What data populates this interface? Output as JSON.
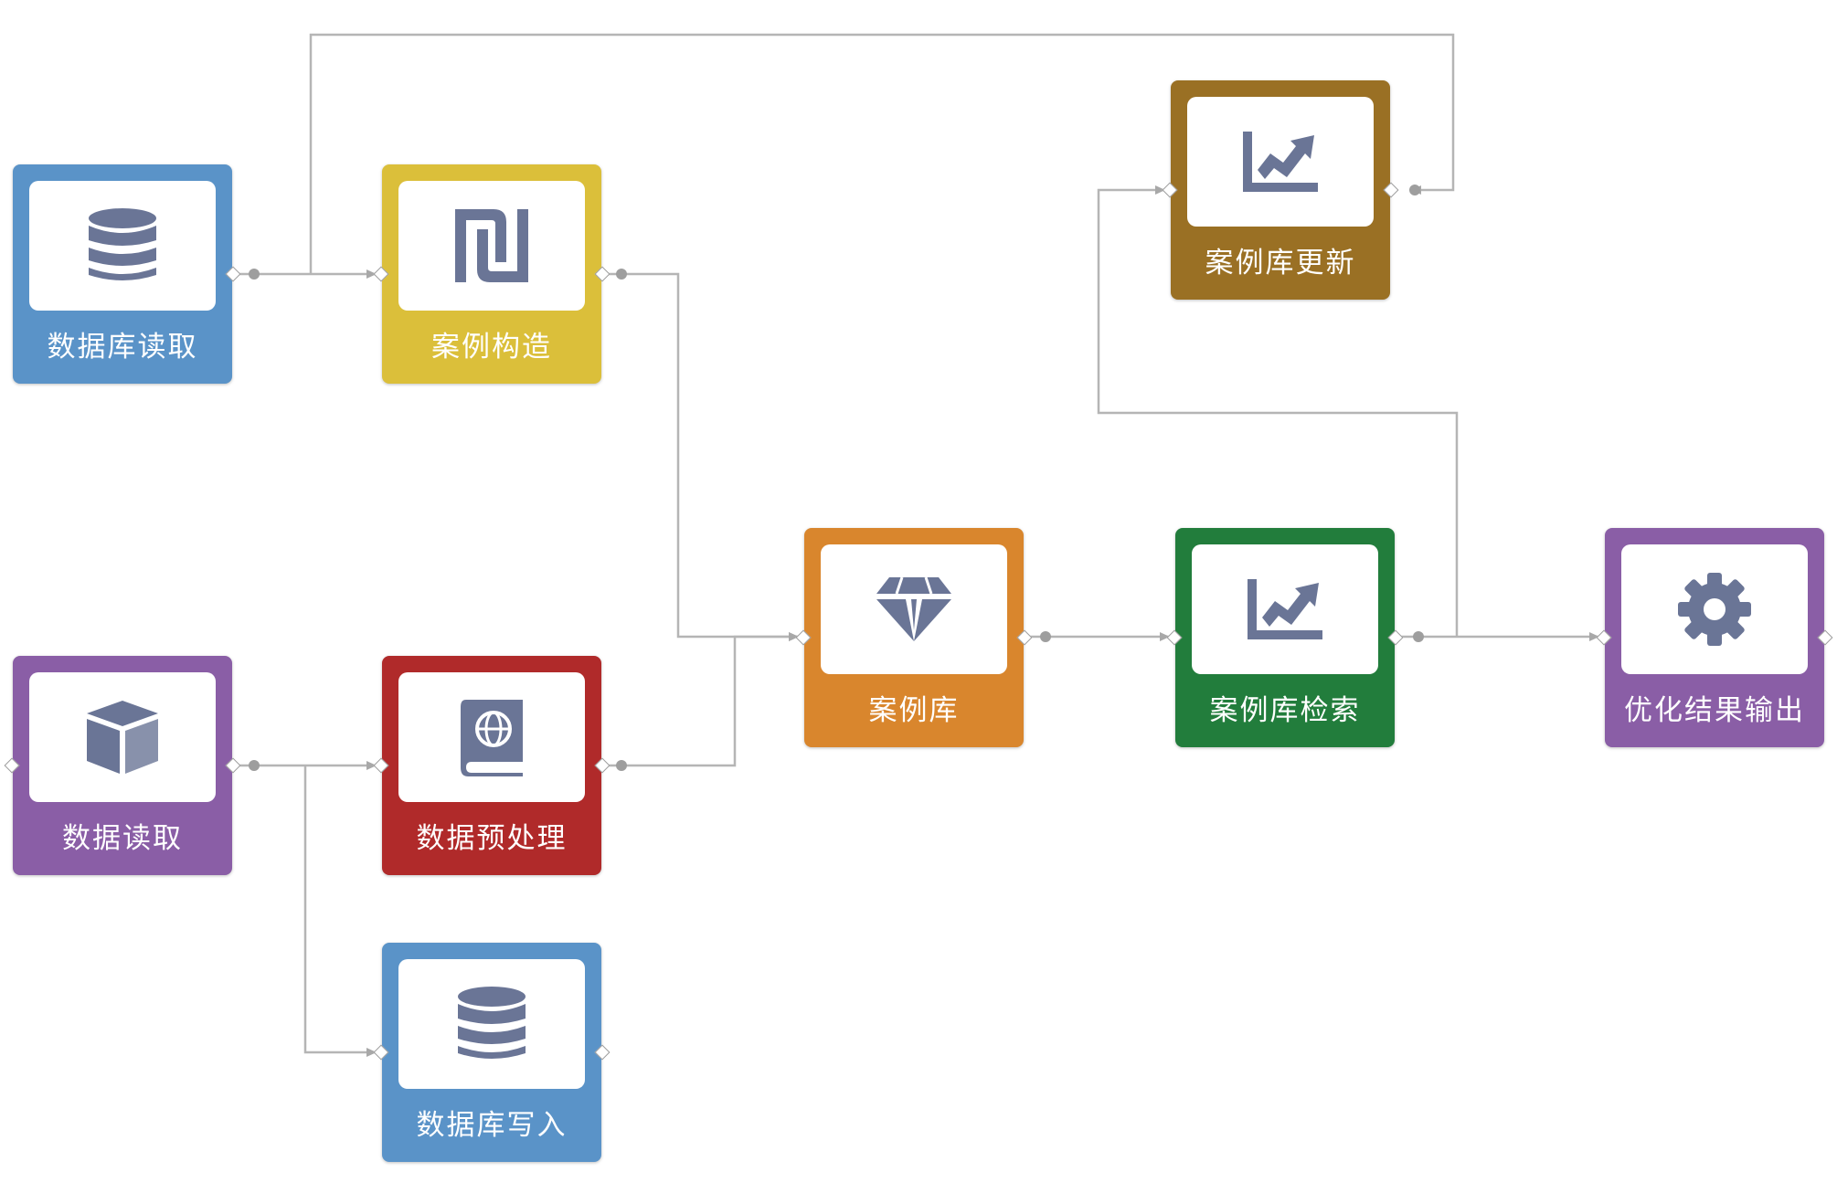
{
  "diagram": {
    "nodes": [
      {
        "id": "db-read",
        "label": "数据库读取",
        "color": "#5a93c8",
        "icon": "database-icon"
      },
      {
        "id": "case-build",
        "label": "案例构造",
        "color": "#dbbf3a",
        "icon": "shekel-icon"
      },
      {
        "id": "case-update",
        "label": "案例库更新",
        "color": "#9a7024",
        "icon": "chart-line-icon"
      },
      {
        "id": "data-read",
        "label": "数据读取",
        "color": "#8a5ea6",
        "icon": "cube-icon"
      },
      {
        "id": "preprocess",
        "label": "数据预处理",
        "color": "#b02a2a",
        "icon": "atlas-book-icon"
      },
      {
        "id": "case-lib",
        "label": "案例库",
        "color": "#d9862d",
        "icon": "gem-icon"
      },
      {
        "id": "case-search",
        "label": "案例库检索",
        "color": "#227d3c",
        "icon": "chart-line-icon"
      },
      {
        "id": "output",
        "label": "优化结果输出",
        "color": "#8a5ea6",
        "icon": "gear-icon"
      },
      {
        "id": "db-write",
        "label": "数据库写入",
        "color": "#5a93c8",
        "icon": "database-icon"
      }
    ],
    "edges": [
      {
        "from": "db-read",
        "to": "case-build"
      },
      {
        "from": "db-read",
        "to": "case-update"
      },
      {
        "from": "case-build",
        "to": "case-lib"
      },
      {
        "from": "data-read",
        "to": "preprocess"
      },
      {
        "from": "data-read",
        "to": "db-write"
      },
      {
        "from": "preprocess",
        "to": "case-lib"
      },
      {
        "from": "case-lib",
        "to": "case-search"
      },
      {
        "from": "case-search",
        "to": "output"
      },
      {
        "from": "case-search",
        "to": "case-update"
      }
    ],
    "colors": {
      "edge": "#b5b5b5",
      "icon": "#6a7596",
      "port_border": "#9a9a9a",
      "dot": "#9e9e9e"
    }
  }
}
